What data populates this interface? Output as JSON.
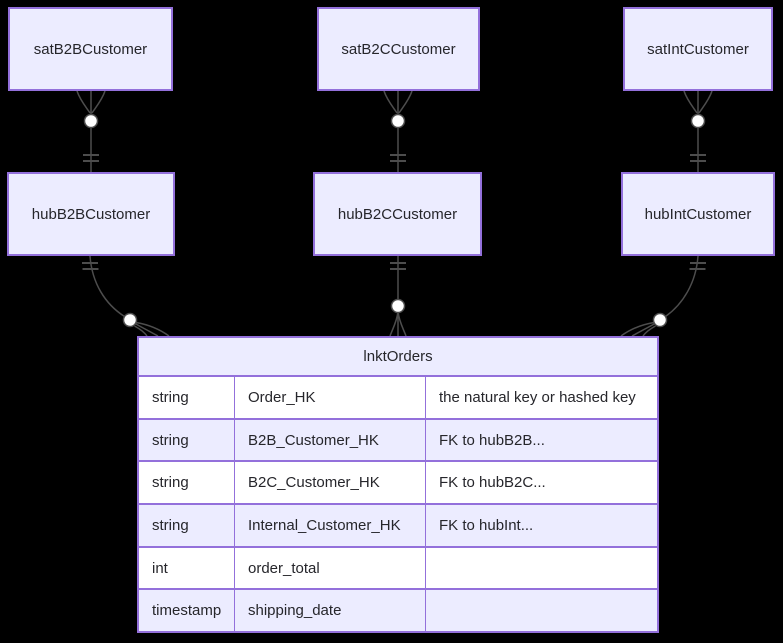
{
  "diagram_type": "er-diagram",
  "colors": {
    "background": "#000000",
    "entity_fill": "#ECECFF",
    "entity_border": "#9370DB",
    "row_fill_odd": "#FFFFFF",
    "row_fill_even": "#ECECFF",
    "edge_line": "#4d4d4d",
    "text": "#26262b"
  },
  "entities": {
    "sat_b2b": {
      "label": "satB2BCustomer"
    },
    "sat_b2c": {
      "label": "satB2CCustomer"
    },
    "sat_int": {
      "label": "satIntCustomer"
    },
    "hub_b2b": {
      "label": "hubB2BCustomer"
    },
    "hub_b2c": {
      "label": "hubB2CCustomer"
    },
    "hub_int": {
      "label": "hubIntCustomer"
    }
  },
  "lnkt_orders": {
    "title": "lnktOrders",
    "rows": [
      {
        "type": "string",
        "name": "Order_HK",
        "comment": "the natural key or hashed key"
      },
      {
        "type": "string",
        "name": "B2B_Customer_HK",
        "comment": "FK to hubB2B..."
      },
      {
        "type": "string",
        "name": "B2C_Customer_HK",
        "comment": "FK to hubB2C..."
      },
      {
        "type": "string",
        "name": "Internal_Customer_HK",
        "comment": "FK to hubInt..."
      },
      {
        "type": "int",
        "name": "order_total",
        "comment": ""
      },
      {
        "type": "timestamp",
        "name": "shipping_date",
        "comment": ""
      }
    ]
  },
  "relationships": [
    {
      "parent": "hubB2BCustomer",
      "child": "satB2BCustomer",
      "parent_marker": "exactly-one",
      "child_marker": "zero-or-many"
    },
    {
      "parent": "hubB2CCustomer",
      "child": "satB2CCustomer",
      "parent_marker": "exactly-one",
      "child_marker": "zero-or-many"
    },
    {
      "parent": "hubIntCustomer",
      "child": "satIntCustomer",
      "parent_marker": "exactly-one",
      "child_marker": "zero-or-many"
    },
    {
      "parent": "hubB2BCustomer",
      "child": "lnktOrders",
      "parent_marker": "exactly-one",
      "child_marker": "zero-or-many"
    },
    {
      "parent": "hubB2CCustomer",
      "child": "lnktOrders",
      "parent_marker": "exactly-one",
      "child_marker": "zero-or-many"
    },
    {
      "parent": "hubIntCustomer",
      "child": "lnktOrders",
      "parent_marker": "exactly-one",
      "child_marker": "zero-or-many"
    }
  ]
}
